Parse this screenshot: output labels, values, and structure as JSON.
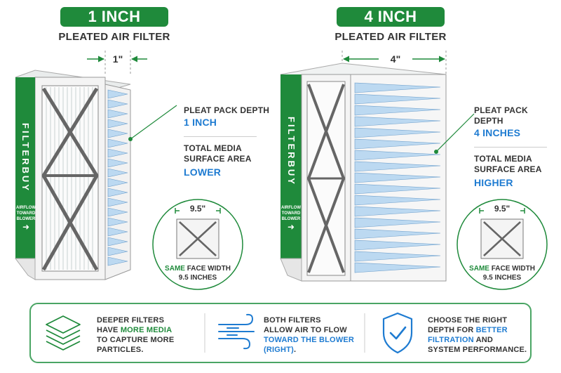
{
  "left": {
    "title": "1 INCH",
    "subtitle": "PLEATED AIR FILTER",
    "depth_dim": "1\"",
    "brand": "FILTERBUY",
    "airflow_label": [
      "AIRFLOW",
      "TOWARD",
      "BLOWER"
    ],
    "pleat_label": "PLEAT PACK DEPTH",
    "pleat_value": "1 INCH",
    "media_label_1": "TOTAL MEDIA",
    "media_label_2": "SURFACE AREA",
    "media_value": "LOWER",
    "face_dim": "9.5\"",
    "face_caption_green": "SAME",
    "face_caption_rest": " FACE WIDTH",
    "face_caption_2": "9.5 INCHES"
  },
  "right": {
    "title": "4 INCH",
    "subtitle": "PLEATED AIR FILTER",
    "depth_dim": "4\"",
    "brand": "FILTERBUY",
    "airflow_label": [
      "AIRFLOW",
      "TOWARD",
      "BLOWER"
    ],
    "pleat_label": "PLEAT PACK DEPTH",
    "pleat_value": "4 INCHES",
    "media_label_1": "TOTAL MEDIA",
    "media_label_2": "SURFACE AREA",
    "media_value": "HIGHER",
    "face_dim": "9.5\"",
    "face_caption_green": "SAME",
    "face_caption_rest": " FACE WIDTH",
    "face_caption_2": "9.5 INCHES"
  },
  "bottom": {
    "col1": {
      "line1": "DEEPER FILTERS",
      "line2_pre": "HAVE ",
      "line2_hl": "MORE MEDIA",
      "line3": "TO CAPTURE MORE",
      "line4": "PARTICLES."
    },
    "col2": {
      "line1": "BOTH FILTERS",
      "line2": "ALLOW AIR TO FLOW",
      "line3_hl": "TOWARD THE BLOWER",
      "line4_hl": "(RIGHT)",
      "line4_post": "."
    },
    "col3": {
      "line1": "CHOOSE THE RIGHT",
      "line2_pre": "DEPTH FOR ",
      "line2_hl": "BETTER",
      "line3_hl": "FILTRATION",
      "line3_post": " AND",
      "line4": "SYSTEM PERFORMANCE."
    }
  },
  "colors": {
    "brand_green": "#1f8a3b",
    "accent_blue": "#1e7bd1",
    "media_blue": "#bcd9f1"
  }
}
